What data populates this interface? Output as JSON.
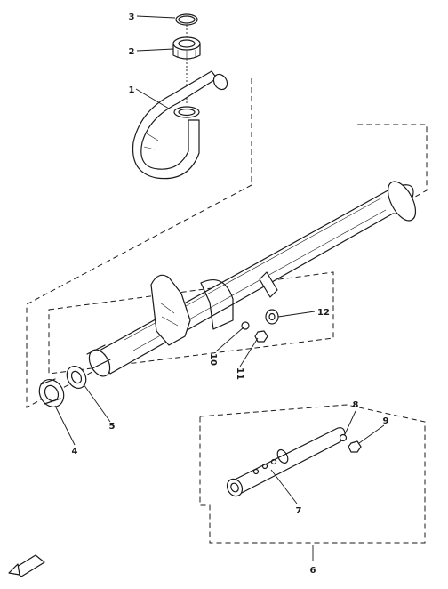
{
  "diagram": {
    "parts": [
      {
        "key": "p1",
        "label": "1"
      },
      {
        "key": "p2",
        "label": "2"
      },
      {
        "key": "p3",
        "label": "3"
      },
      {
        "key": "p4",
        "label": "4"
      },
      {
        "key": "p5",
        "label": "5"
      },
      {
        "key": "p6",
        "label": "6"
      },
      {
        "key": "p7",
        "label": "7"
      },
      {
        "key": "p8",
        "label": "8"
      },
      {
        "key": "p9",
        "label": "9"
      },
      {
        "key": "p10",
        "label": "10"
      },
      {
        "key": "p11",
        "label": "11"
      },
      {
        "key": "p12",
        "label": "12"
      }
    ]
  }
}
